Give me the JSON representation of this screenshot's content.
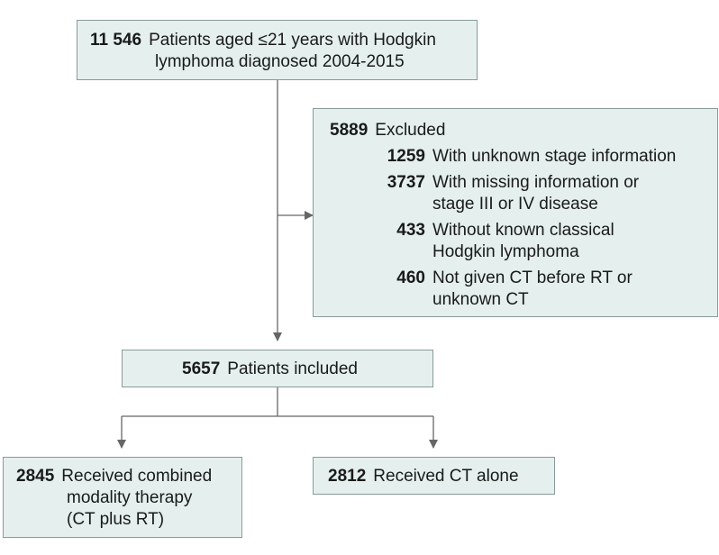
{
  "top": {
    "count": "11 546",
    "text1": "Patients aged ≤21 years with Hodgkin",
    "text2": "lymphoma diagnosed 2004-2015"
  },
  "excluded": {
    "count": "5889",
    "label": "Excluded",
    "items": [
      {
        "count": "1259",
        "line1": "With unknown stage information",
        "line2": ""
      },
      {
        "count": "3737",
        "line1": "With missing information or",
        "line2": "stage III or IV disease"
      },
      {
        "count": "433",
        "line1": "Without known classical",
        "line2": "Hodgkin lymphoma"
      },
      {
        "count": "460",
        "line1": "Not given CT before RT or",
        "line2": "unknown CT"
      }
    ]
  },
  "included": {
    "count": "5657",
    "text": "Patients included"
  },
  "left": {
    "count": "2845",
    "text1": "Received combined",
    "text2": "modality therapy",
    "text3": "(CT plus RT)"
  },
  "right": {
    "count": "2812",
    "text": "Received CT alone"
  }
}
